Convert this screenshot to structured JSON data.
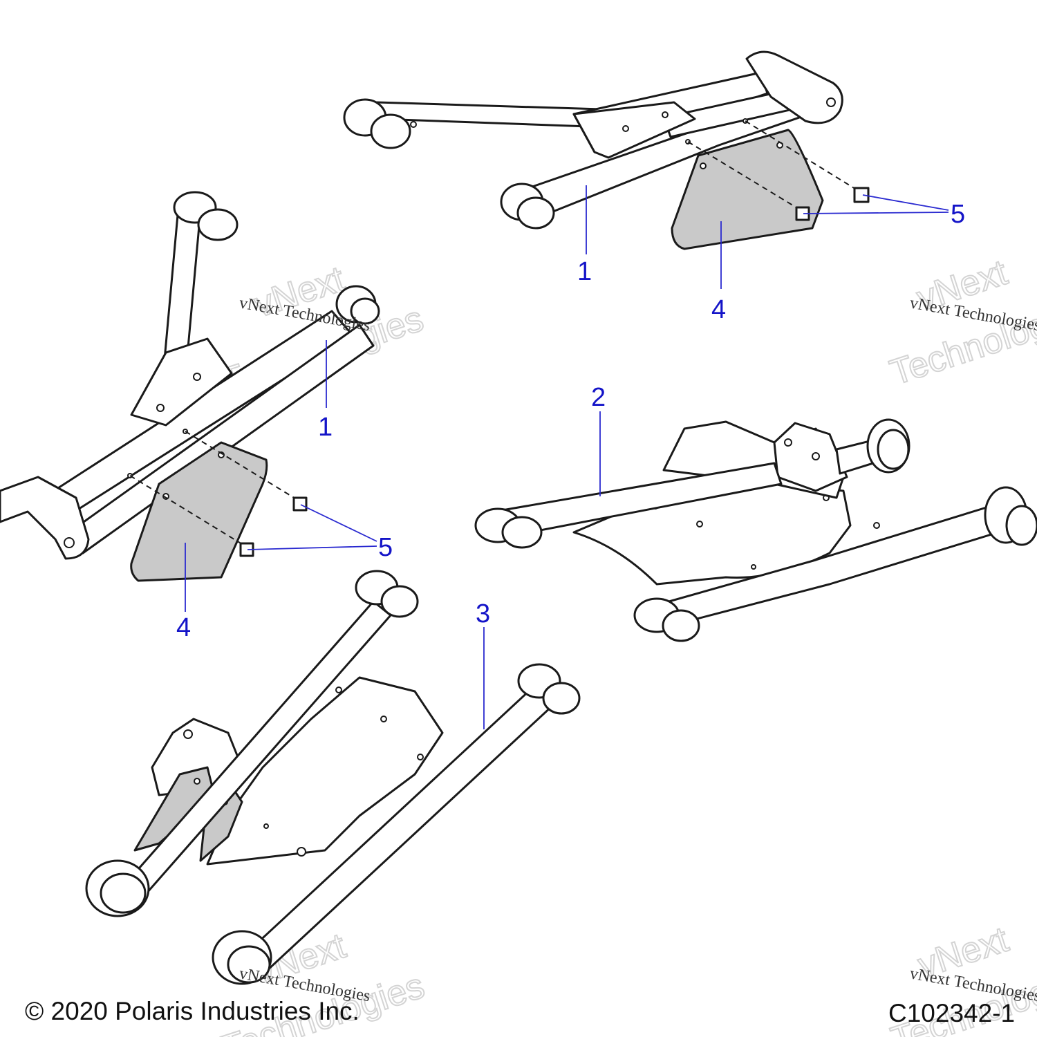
{
  "callouts": {
    "arm_upper_right": "1",
    "arm_upper_left": "1",
    "arm_lower_right": "2",
    "arm_lower_left": "3",
    "shield_right": "4",
    "shield_left": "4",
    "bolts_right": "5",
    "bolts_left": "5"
  },
  "watermark": {
    "line1": "vNext Technologies",
    "line2a": "vNext",
    "line2b": "Technologies"
  },
  "footer": {
    "copyright": "© 2020 Polaris Industries Inc.",
    "diagram_code": "C102342-1"
  }
}
